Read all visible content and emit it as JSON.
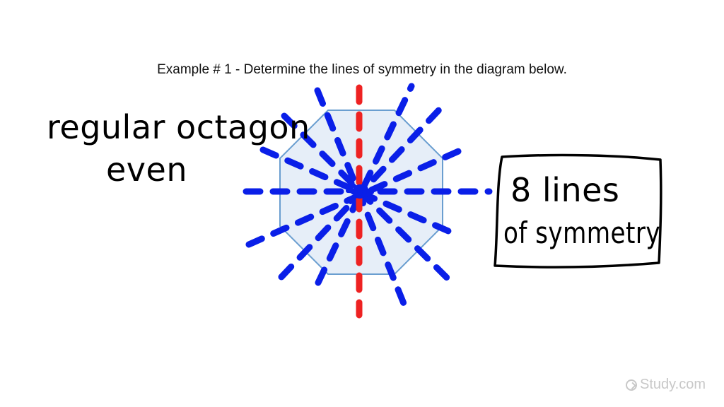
{
  "slide": {
    "title": "Example # 1 - Determine the lines of symmetry in the diagram below.",
    "label_shape": "regular octagon",
    "label_parity": "even",
    "answer_line1": "8 lines",
    "answer_line2": "of symmetry"
  },
  "watermark": {
    "text": "Study.com",
    "icon": "study-logo-icon"
  },
  "diagram": {
    "shape_sides": 8,
    "symmetry_lines": 8,
    "highlighted_line": "vertical",
    "colors": {
      "octagon_fill": "#e6eef8",
      "octagon_stroke": "#6a9ed0",
      "symmetry_line": "#0a1fe8",
      "highlight_line": "#ee2222"
    }
  }
}
